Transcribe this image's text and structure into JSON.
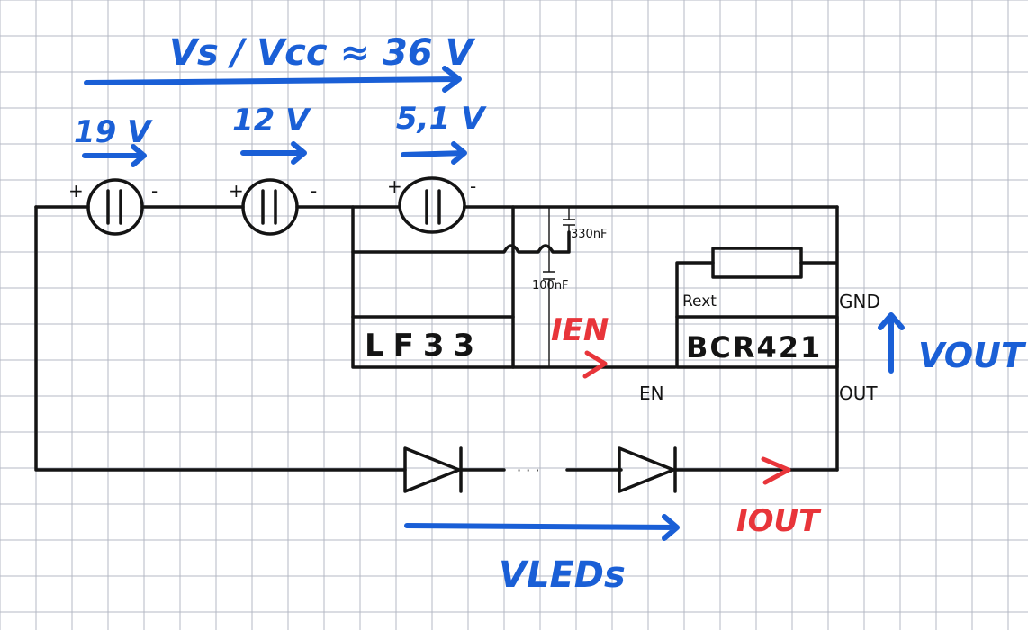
{
  "labels": {
    "supply_voltage": "Vs / Vcc ≈ 36 V",
    "batteries": [
      {
        "voltage": "19 V",
        "plus": "+",
        "minus": "-"
      },
      {
        "voltage": "12 V",
        "plus": "+",
        "minus": "-"
      },
      {
        "voltage": "5,1 V",
        "plus": "+",
        "minus": "-"
      }
    ],
    "cap_top": "330nF",
    "cap_bottom": "100nF",
    "regulator": "LF33",
    "driver": "BCR421",
    "rext": "Rext",
    "gnd": "GND",
    "en": "EN",
    "out": "OUT",
    "i_en": "IEN",
    "v_out": "VOUT",
    "i_out": "IOUT",
    "v_leds": "VLEDs",
    "ellipsis": "· · ·"
  },
  "colors": {
    "ink": "#141414",
    "blue": "#1a5fd6",
    "red": "#e8353a",
    "grid": "#b4b8c4"
  }
}
